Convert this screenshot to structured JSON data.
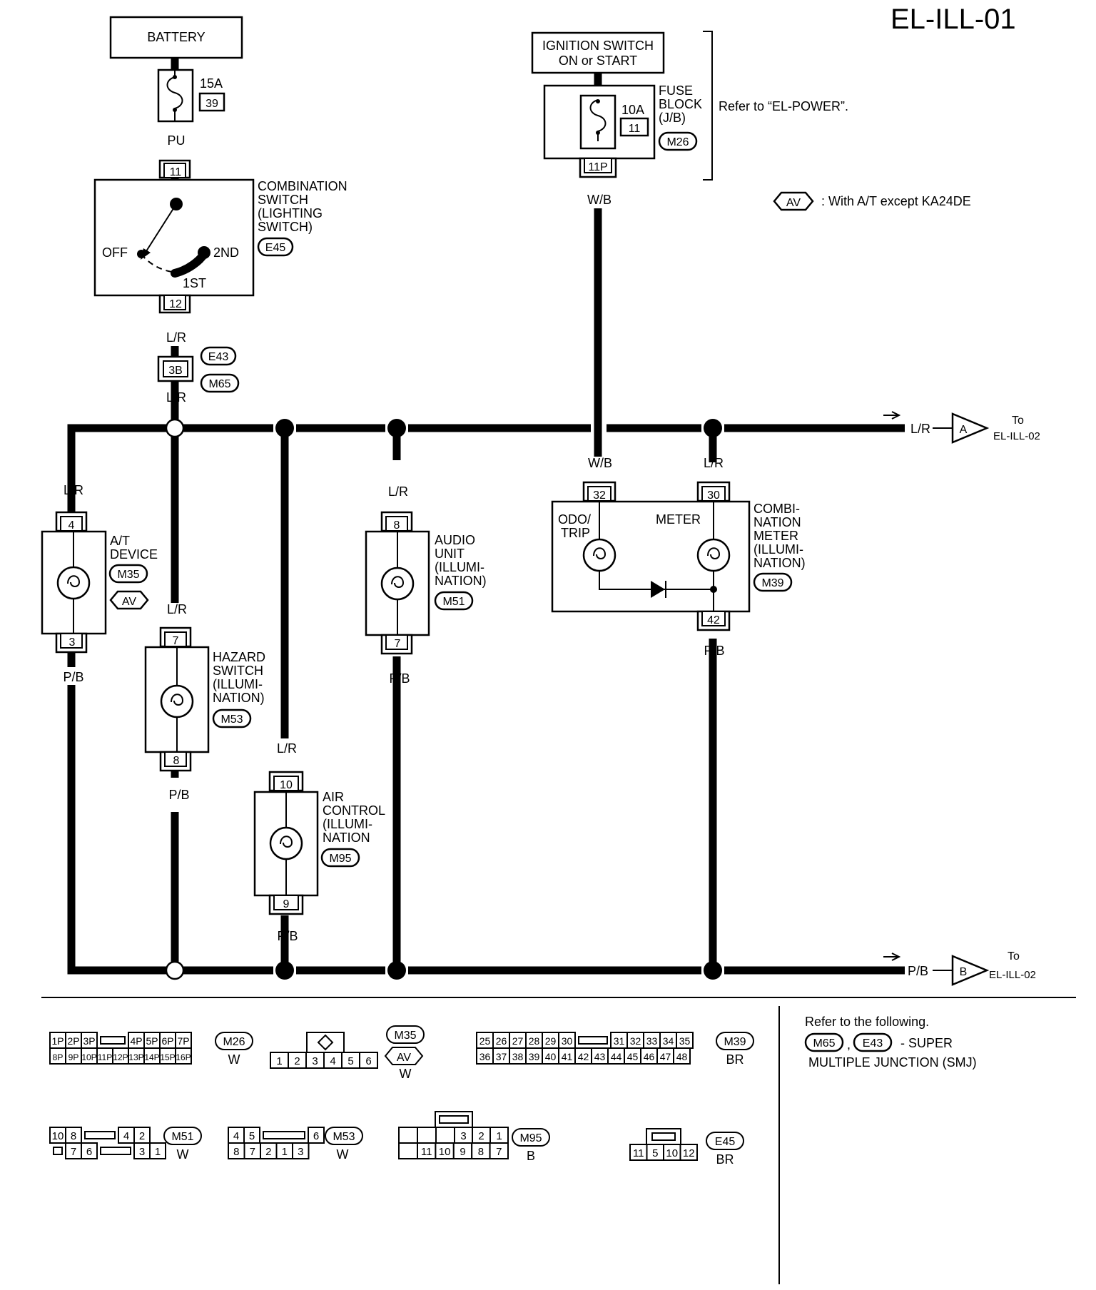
{
  "page_id": "EL-ILL-01",
  "battery": {
    "label": "BATTERY",
    "fuse_amp": "15A",
    "fuse_no": "39",
    "wire_out": "PU"
  },
  "ignition": {
    "label_line1": "IGNITION SWITCH",
    "label_line2": "ON or START",
    "fuse_amp": "10A",
    "fuse_no": "11",
    "fuse_block": [
      "FUSE",
      "BLOCK",
      "(J/B)"
    ],
    "fuse_block_conn": "M26",
    "terminal": "11P",
    "wire": "W/B",
    "refer": "Refer to “EL-POWER”."
  },
  "legend": {
    "tag": "AV",
    "text": ": With A/T except KA24DE"
  },
  "combination_switch": {
    "label": [
      "COMBINATION",
      "SWITCH",
      "(LIGHTING",
      "SWITCH)"
    ],
    "conn": "E45",
    "terminal_in": "11",
    "terminal_out": "12",
    "pos_off": "OFF",
    "pos_1st": "1ST",
    "pos_2nd": "2ND"
  },
  "junction": {
    "wire_in": "L/R",
    "terminal": "3B",
    "conn1": "E43",
    "conn2": "M65",
    "wire_out": "L/R"
  },
  "at_device": {
    "label": [
      "A/T",
      "DEVICE"
    ],
    "conn": "M35",
    "tag": "AV",
    "pin_in": "4",
    "pin_out": "3",
    "wire_in": "L/R",
    "wire_out": "P/B"
  },
  "hazard": {
    "label": [
      "HAZARD",
      "SWITCH",
      "(ILLUMI-",
      "NATION)"
    ],
    "conn": "M53",
    "pin_in": "7",
    "pin_out": "8",
    "wire_in": "L/R",
    "wire_out": "P/B"
  },
  "air_control": {
    "label": [
      "AIR",
      "CONTROL",
      "(ILLUMI-",
      "NATION"
    ],
    "conn": "M95",
    "pin_in": "10",
    "pin_out": "9",
    "wire_in": "L/R",
    "wire_out": "P/B"
  },
  "audio": {
    "label": [
      "AUDIO",
      "UNIT",
      "(ILLUMI-",
      "NATION)"
    ],
    "conn": "M51",
    "pin_in": "8",
    "pin_out": "7",
    "wire_in": "L/R",
    "wire_out": "P/B"
  },
  "meter": {
    "label": [
      "COMBI-",
      "NATION",
      "METER",
      "(ILLUMI-",
      "NATION)"
    ],
    "conn": "M39",
    "odo": [
      "ODO/",
      "TRIP"
    ],
    "meter_label": "METER",
    "pin_wb": "32",
    "pin_lr": "30",
    "pin_out": "42",
    "wire_wb": "W/B",
    "wire_lr": "L/R",
    "wire_out": "P/B"
  },
  "out_a": {
    "wire": "L/R",
    "tag": "A",
    "to": "To",
    "dest": "EL-ILL-02"
  },
  "out_b": {
    "wire": "P/B",
    "tag": "B",
    "to": "To",
    "dest": "EL-ILL-02"
  },
  "connectors": {
    "m26": {
      "id": "M26",
      "color": "W",
      "top": [
        "1P",
        "2P",
        "3P",
        "",
        "4P",
        "5P",
        "6P",
        "7P"
      ],
      "bottom": [
        "8P",
        "9P",
        "10P",
        "11P",
        "12P",
        "13P",
        "14P",
        "15P",
        "16P"
      ]
    },
    "m35": {
      "id": "M35",
      "tag": "AV",
      "color": "W",
      "pins": [
        "1",
        "2",
        "3",
        "4",
        "5",
        "6"
      ]
    },
    "m39": {
      "id": "M39",
      "color": "BR",
      "top": [
        "25",
        "26",
        "27",
        "28",
        "29",
        "30",
        "",
        "31",
        "32",
        "33",
        "34",
        "35"
      ],
      "bottom": [
        "36",
        "37",
        "38",
        "39",
        "40",
        "41",
        "42",
        "43",
        "44",
        "45",
        "46",
        "47",
        "48"
      ]
    },
    "m51": {
      "id": "M51",
      "color": "W",
      "top": [
        "10",
        "8",
        "",
        "4",
        "2"
      ],
      "bottom": [
        "",
        "7",
        "6",
        "",
        "3",
        "1"
      ]
    },
    "m53": {
      "id": "M53",
      "color": "W",
      "top": [
        "4",
        "5",
        "",
        "6"
      ],
      "bottom": [
        "8",
        "7",
        "2",
        "1",
        "3"
      ]
    },
    "m95": {
      "id": "M95",
      "color": "B",
      "top": [
        "",
        "",
        "",
        "3",
        "2",
        "1"
      ],
      "bottom": [
        "11",
        "10",
        "9",
        "8",
        "7"
      ]
    },
    "e45": {
      "id": "E45",
      "color": "BR",
      "bottom": [
        "11",
        "5",
        "10",
        "12"
      ]
    }
  },
  "notes": {
    "line1": "Refer to the following.",
    "conn1": "M65",
    "comma": ",",
    "conn2": "E43",
    "suffix": "- SUPER",
    "line3": "MULTIPLE JUNCTION (SMJ)"
  }
}
